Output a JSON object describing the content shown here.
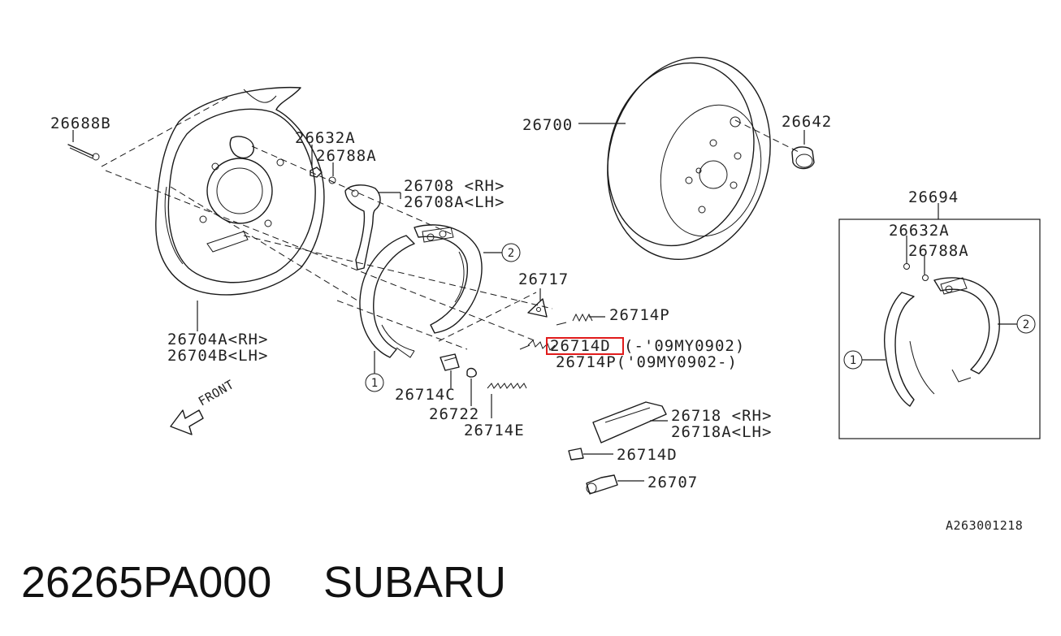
{
  "footer": {
    "part_number": "26265PA000",
    "brand": "SUBARU"
  },
  "diagram_ref": "A263001218",
  "front_label": "FRONT",
  "highlight_color": "#e01b1b",
  "labels": {
    "p26688B": "26688B",
    "p26632A": "26632A",
    "p26788A": "26788A",
    "p26708": "26708 <RH>",
    "p26708A": "26708A<LH>",
    "p26700": "26700",
    "p26642": "26642",
    "p26694": "26694",
    "p26632A_b": "26632A",
    "p26788A_b": "26788A",
    "p26717": "26717",
    "p26714P": "26714P",
    "p26714D_hl": "26714D",
    "p26714D_note": "(-'09MY0902)",
    "p26714P_b": "26714P('09MY0902-)",
    "p26704A": "26704A<RH>",
    "p26704B": "26704B<LH>",
    "p26714C": "26714C",
    "p26722": "26722",
    "p26714E": "26714E",
    "p26718": "26718 <RH>",
    "p26718A": "26718A<LH>",
    "p26714D": "26714D",
    "p26707": "26707"
  },
  "circle_refs": {
    "one": "1",
    "two": "2"
  }
}
